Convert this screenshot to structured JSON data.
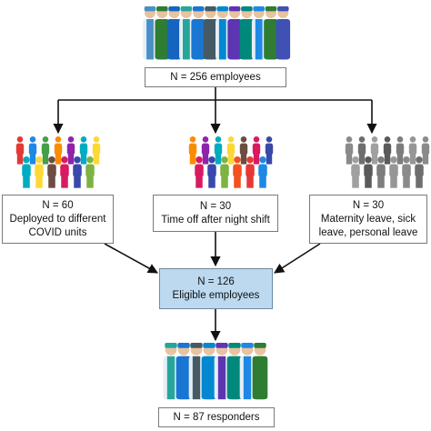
{
  "top": {
    "text": "N = 256 employees"
  },
  "branches": [
    {
      "lines": [
        "N = 60",
        "Deployed to different",
        "COVID units"
      ],
      "icon": "people-group-colorful-icon"
    },
    {
      "lines": [
        "N = 30",
        "Time off after night shift"
      ],
      "icon": "people-group-colorful-icon"
    },
    {
      "lines": [
        "N = 30",
        "Maternity leave, sick",
        "leave, personal leave"
      ],
      "icon": "people-group-gray-icon"
    }
  ],
  "eligible": {
    "lines": [
      "N = 126",
      "Eligible employees"
    ]
  },
  "responders": {
    "text": "N = 87 responders"
  },
  "illustrations": {
    "top": "medical-staff-group-icon",
    "bottom": "medical-staff-group-icon"
  },
  "colors": {
    "eligible_fill": "#bcd9ef",
    "arrow": "#111111",
    "box_border": "#7a7a7a"
  }
}
